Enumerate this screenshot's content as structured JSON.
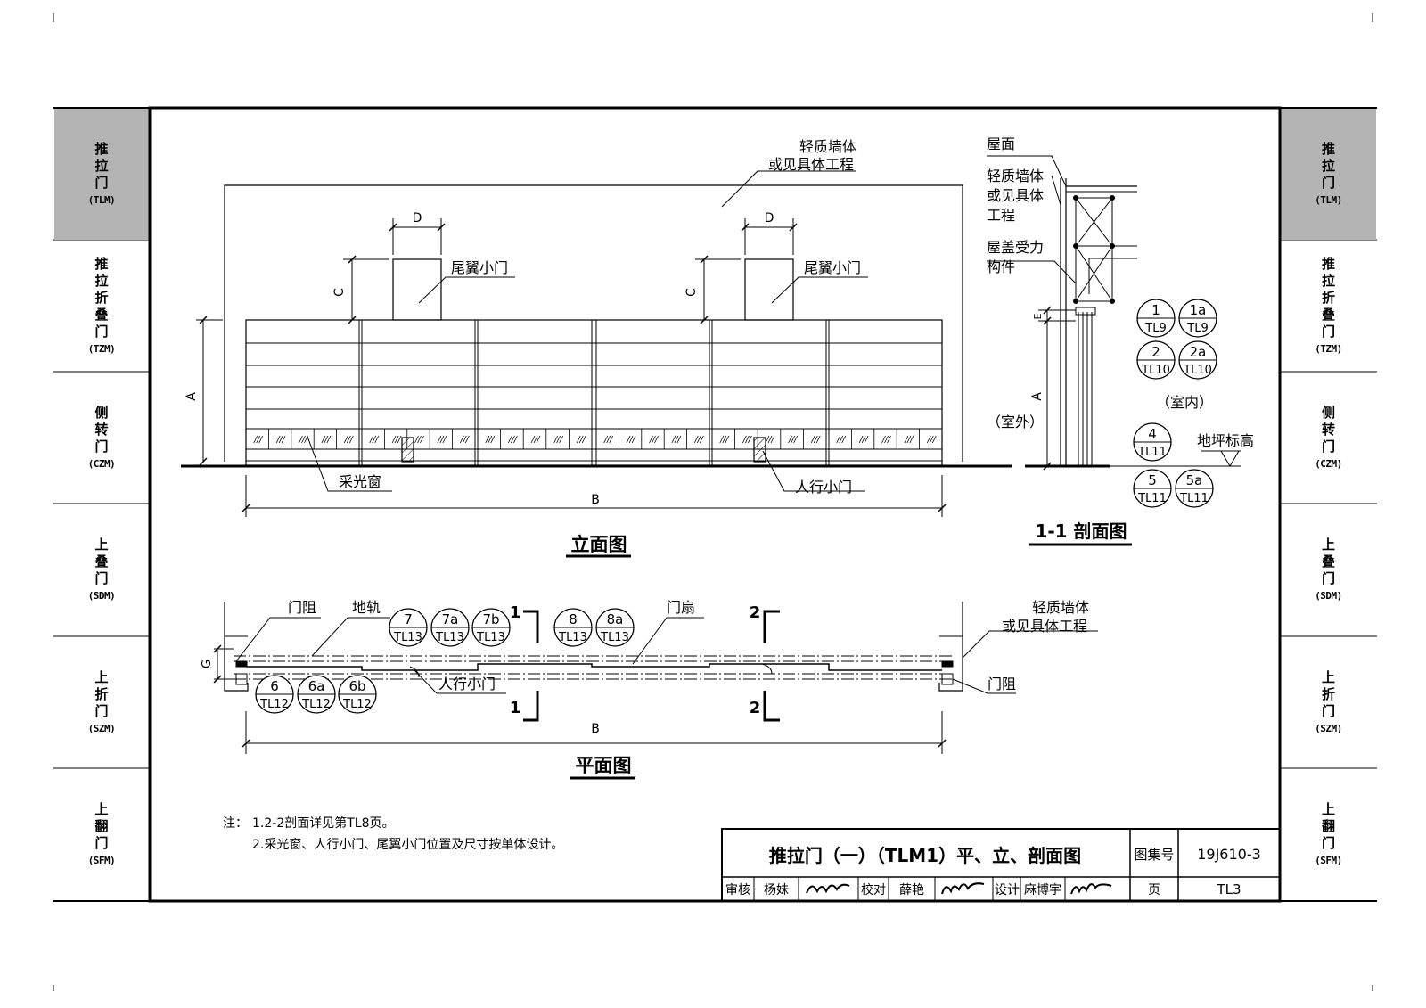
{
  "side_tabs_left": [
    {
      "chars": [
        "推",
        "拉",
        "门"
      ],
      "code": "(TLM)",
      "active": true
    },
    {
      "chars": [
        "推",
        "拉",
        "折",
        "叠",
        "门"
      ],
      "code": "(TZM)",
      "active": false
    },
    {
      "chars": [
        "侧",
        "转",
        "门"
      ],
      "code": "(CZM)",
      "active": false
    },
    {
      "chars": [
        "上",
        "叠",
        "门"
      ],
      "code": "(SDM)",
      "active": false
    },
    {
      "chars": [
        "上",
        "折",
        "门"
      ],
      "code": "(SZM)",
      "active": false
    },
    {
      "chars": [
        "上",
        "翻",
        "门"
      ],
      "code": "(SFM)",
      "active": false
    }
  ],
  "side_tabs_right": [
    {
      "chars": [
        "推",
        "拉",
        "门"
      ],
      "code": "(TLM)",
      "active": true
    },
    {
      "chars": [
        "推",
        "拉",
        "折",
        "叠",
        "门"
      ],
      "code": "(TZM)",
      "active": false
    },
    {
      "chars": [
        "侧",
        "转",
        "门"
      ],
      "code": "(CZM)",
      "active": false
    },
    {
      "chars": [
        "上",
        "叠",
        "门"
      ],
      "code": "(SDM)",
      "active": false
    },
    {
      "chars": [
        "上",
        "折",
        "门"
      ],
      "code": "(SZM)",
      "active": false
    },
    {
      "chars": [
        "上",
        "翻",
        "门"
      ],
      "code": "(SFM)",
      "active": false
    }
  ],
  "elevation": {
    "title": "立面图",
    "label_wall_1": "轻质墙体",
    "label_wall_2": "或见具体工程",
    "label_tail_door_1": "尾翼小门",
    "label_tail_door_2": "尾翼小门",
    "label_light_window": "采光窗",
    "label_pedestrian_door": "人行小门",
    "dim_a": "A",
    "dim_b": "B",
    "dim_c": "C",
    "dim_d": "D"
  },
  "section": {
    "title": "1-1 剖面图",
    "label_roof": "屋面",
    "label_wall_1": "轻质墙体",
    "label_wall_2": "或见具体",
    "label_wall_3": "工程",
    "label_roof_member_1": "屋盖受力",
    "label_roof_member_2": "构件",
    "label_outside": "（室外）",
    "label_inside": "（室内）",
    "label_floor_level": "地坪标高",
    "dim_a": "A",
    "dim_e": "E",
    "refs": [
      {
        "top": "1",
        "bottom": "TL9"
      },
      {
        "top": "1a",
        "bottom": "TL9"
      },
      {
        "top": "2",
        "bottom": "TL10"
      },
      {
        "top": "2a",
        "bottom": "TL10"
      },
      {
        "top": "4",
        "bottom": "TL11"
      },
      {
        "top": "5",
        "bottom": "TL11"
      },
      {
        "top": "5a",
        "bottom": "TL11"
      }
    ]
  },
  "plan": {
    "title": "平面图",
    "label_door_stop_left": "门阻",
    "label_door_stop_right": "门阻",
    "label_ground_track": "地轨",
    "label_door_leaf": "门扇",
    "label_pedestrian_door": "人行小门",
    "label_wall_1": "轻质墙体",
    "label_wall_2": "或见具体工程",
    "dim_b": "B",
    "dim_g": "G",
    "cut_1": "1",
    "cut_2": "2",
    "refs_top": [
      {
        "top": "7",
        "bottom": "TL13"
      },
      {
        "top": "7a",
        "bottom": "TL13"
      },
      {
        "top": "7b",
        "bottom": "TL13"
      },
      {
        "top": "8",
        "bottom": "TL13"
      },
      {
        "top": "8a",
        "bottom": "TL13"
      }
    ],
    "refs_bottom": [
      {
        "top": "6",
        "bottom": "TL12"
      },
      {
        "top": "6a",
        "bottom": "TL12"
      },
      {
        "top": "6b",
        "bottom": "TL12"
      }
    ]
  },
  "notes": {
    "prefix": "注：",
    "line1": "1.2-2剖面详见第TL8页。",
    "line2": "2.采光窗、人行小门、尾翼小门位置及尺寸按单体设计。"
  },
  "title_block": {
    "title": "推拉门（一）（TLM1）平、立、剖面图",
    "atlas_label": "图集号",
    "atlas_no": "19J610-3",
    "review_label": "审核",
    "reviewer": "杨妹",
    "check_label": "校对",
    "checker": "薛艳",
    "design_label": "设计",
    "designer": "麻博宇",
    "page_label": "页",
    "page_no": "TL3"
  }
}
